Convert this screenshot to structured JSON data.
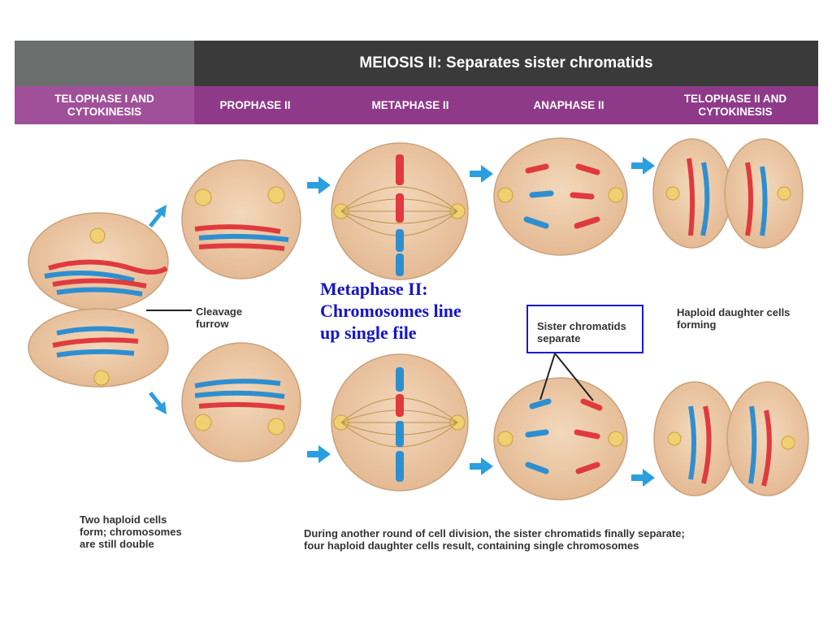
{
  "header": {
    "title": "MEIOSIS II: Separates sister chromatids",
    "phases": [
      "TELOPHASE I AND\nCYTOKINESIS",
      "PROPHASE II",
      "METAPHASE II",
      "ANAPHASE II",
      "TELOPHASE II AND\nCYTOKINESIS"
    ]
  },
  "labels": {
    "cleavage": "Cleavage\nfurrow",
    "haploid_forming": "Haploid daughter cells\nforming",
    "two_haploid": "Two haploid cells\nform; chromosomes\nare still double",
    "during": "During another round of cell division, the sister chromatids finally separate;\nfour haploid daughter cells result, containing single chromosomes",
    "sister_separate": "Sister chromatids\nseparate"
  },
  "annotation": {
    "metaphase_note": "Metaphase II:\nChromosomes line\nup single file"
  },
  "colors": {
    "header_dark": "#3a3a3a",
    "header_gray": "#6d6e6e",
    "header_purple": "#8e3a89",
    "cell_fill": "#ecc9a4",
    "chrom_red": "#e03a3e",
    "chrom_blue": "#2e8fd0",
    "arrow": "#2a9fe0",
    "note_text": "#1515c8"
  }
}
